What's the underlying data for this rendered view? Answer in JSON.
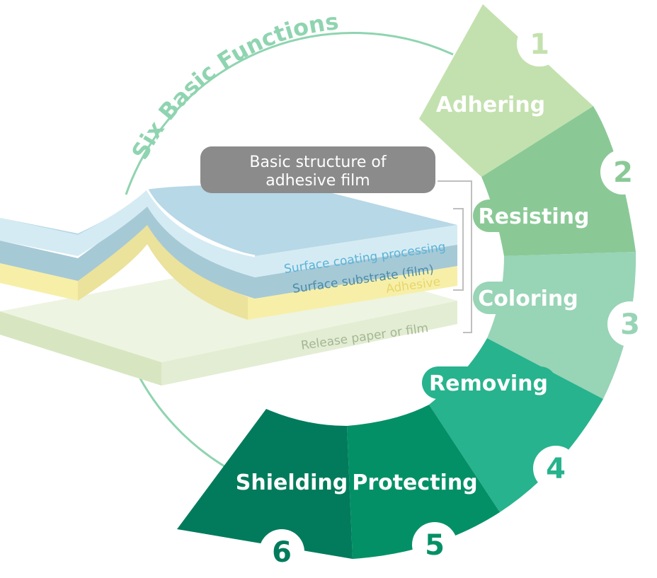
{
  "title": "Six Basic Functions",
  "structure_title": [
    "Basic structure of",
    "adhesive film"
  ],
  "functions": [
    {
      "number": "1",
      "label": "Adhering",
      "color": "#c3e1ae"
    },
    {
      "number": "2",
      "label": "Resisting",
      "color": "#8ac996"
    },
    {
      "number": "3",
      "label": "Coloring",
      "color": "#98d4b6"
    },
    {
      "number": "4",
      "label": "Removing",
      "color": "#27b38d"
    },
    {
      "number": "5",
      "label": "Protecting",
      "color": "#049066"
    },
    {
      "number": "6",
      "label": "Shielding",
      "color": "#017b5c"
    }
  ],
  "layers": [
    {
      "label": "Surface coating processing",
      "color": "#5ab2d8"
    },
    {
      "label": "Surface substrate (film)",
      "color": "#4a8ba5"
    },
    {
      "label": "Adhesive",
      "color": "#e6d66a"
    },
    {
      "label": "Release paper or film",
      "color": "#a4b694"
    }
  ]
}
